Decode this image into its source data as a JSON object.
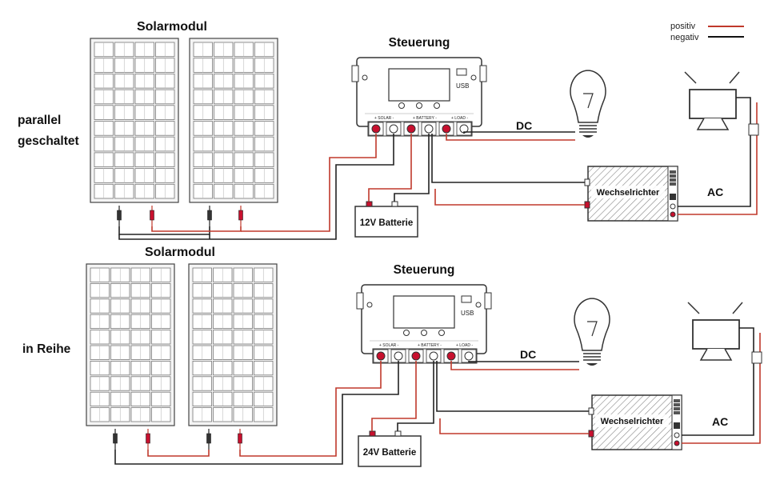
{
  "legend": {
    "items": [
      {
        "label": "positiv",
        "color": "#c0392b"
      },
      {
        "label": "negativ",
        "color": "#111111"
      }
    ]
  },
  "colors": {
    "positive_wire": "#c0392b",
    "negative_wire": "#222222",
    "terminal_red": "#c8102e",
    "outline": "#333333"
  },
  "sections": [
    {
      "mode_label_lines": [
        "parallel",
        "geschaltet"
      ],
      "panel_title": "Solarmodul",
      "controller_title": "Steuerung",
      "controller": {
        "usb": "USB",
        "terminals": [
          "+ SOLAR -",
          "+ BATTERY -",
          "+ LOAD -"
        ]
      },
      "battery": "12V Batterie",
      "dc_label": "DC",
      "inverter": "Wechselrichter",
      "ac_label": "AC"
    },
    {
      "mode_label_lines": [
        "in Reihe"
      ],
      "panel_title": "Solarmodul",
      "controller_title": "Steuerung",
      "controller": {
        "usb": "USB",
        "terminals": [
          "+ SOLAR -",
          "+ BATTERY -",
          "+ LOAD -"
        ]
      },
      "battery": "24V Batterie",
      "dc_label": "DC",
      "inverter": "Wechselrichter",
      "ac_label": "AC"
    }
  ]
}
